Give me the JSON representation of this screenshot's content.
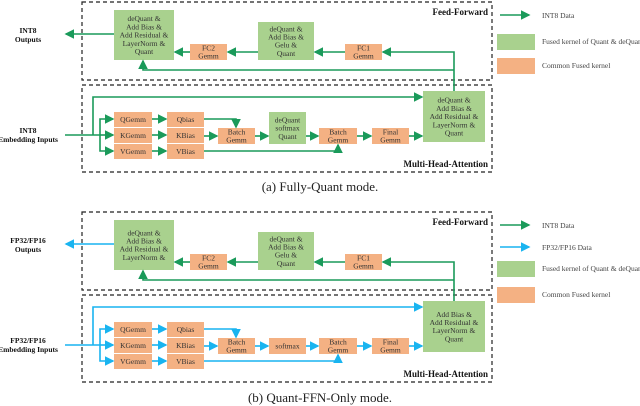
{
  "colors": {
    "int8": "#1a9a5a",
    "fp": "#19b4f0",
    "fused_quant": "#a9d18e",
    "common": "#f4b183"
  },
  "diagrams": [
    {
      "caption": "(a)  Fully-Quant mode.",
      "outputs": [
        "INT8",
        "Outputs"
      ],
      "inputs": [
        "INT8",
        "Embedding Inputs"
      ],
      "ff_title": "Feed-Forward",
      "mha_title": "Multi-Head-Attention",
      "ff_out": [
        "deQuant &",
        "Add Bias &",
        "Add Residual &",
        "LayerNorm &",
        "Quant"
      ],
      "fc2": [
        "FC2",
        "Gemm"
      ],
      "gelu": [
        "deQuant &",
        "Add Bias &",
        "Gelu &",
        "Quant"
      ],
      "fc1": [
        "FC1",
        "Gemm"
      ],
      "q": "QGemm",
      "k": "KGemm",
      "v": "VGemm",
      "qb": "Qbias",
      "kb": "KBias",
      "vb": "VBias",
      "bg1": [
        "Batch",
        "Gemm"
      ],
      "sm": [
        "deQuant",
        "softmax",
        "Quant"
      ],
      "bg2": [
        "Batch",
        "Gemm"
      ],
      "fin": [
        "Final",
        "Gemm"
      ],
      "mha_out": [
        "deQuant &",
        "Add Bias &",
        "Add Residual &",
        "LayerNorm &",
        "Quant"
      ],
      "legend": [
        {
          "type": "arrow",
          "color": "int8",
          "label": "INT8 Data"
        },
        {
          "type": "box",
          "color": "fused_quant",
          "label": "Fused kernel of Quant & deQuant"
        },
        {
          "type": "box",
          "color": "common",
          "label": "Common Fused kernel"
        }
      ]
    },
    {
      "caption": "(b)  Quant-FFN-Only mode.",
      "outputs": [
        "FP32/FP16",
        "Outputs"
      ],
      "inputs": [
        "FP32/FP16",
        "Embedding Inputs"
      ],
      "ff_title": "Feed-Forward",
      "mha_title": "Multi-Head-Attention",
      "ff_out": [
        "deQuant &",
        "Add Bias &",
        "Add Residual &",
        "LayerNorm &"
      ],
      "fc2": [
        "FC2",
        "Gemm"
      ],
      "gelu": [
        "deQuant &",
        "Add Bias &",
        "Gelu &",
        "Quant"
      ],
      "fc1": [
        "FC1",
        "Gemm"
      ],
      "q": "QGemm",
      "k": "KGemm",
      "v": "VGemm",
      "qb": "Qbias",
      "kb": "KBias",
      "vb": "VBias",
      "bg1": [
        "Batch",
        "Gemm"
      ],
      "sm": [
        "softmax"
      ],
      "bg2": [
        "Batch",
        "Gemm"
      ],
      "fin": [
        "Final",
        "Gemm"
      ],
      "mha_out": [
        "Add Bias &",
        "Add Residual &",
        "LayerNorm &",
        "Quant"
      ],
      "legend": [
        {
          "type": "arrow",
          "color": "int8",
          "label": "INT8 Data"
        },
        {
          "type": "arrow",
          "color": "fp",
          "label": "FP32/FP16 Data"
        },
        {
          "type": "box",
          "color": "fused_quant",
          "label": "Fused kernel of Quant & deQuant"
        },
        {
          "type": "box",
          "color": "common",
          "label": "Common Fused kernel"
        }
      ]
    }
  ]
}
